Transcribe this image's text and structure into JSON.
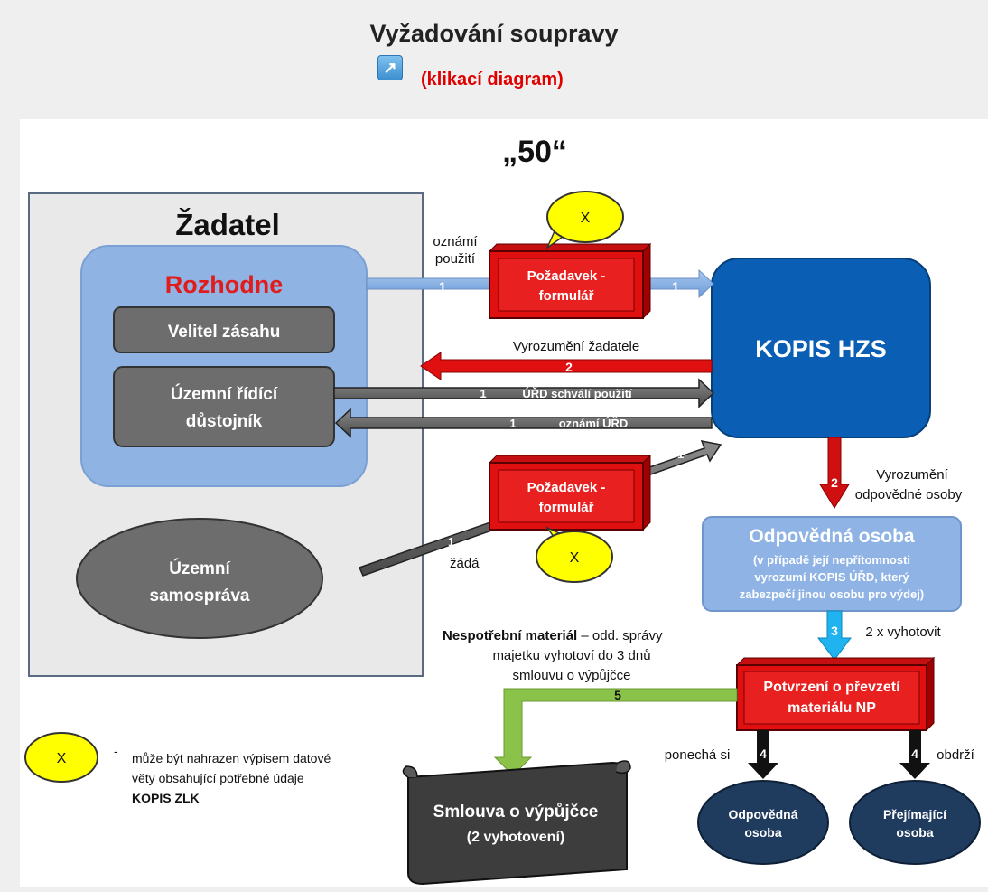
{
  "header": {
    "title": "Vyžadování soupravy",
    "link_icon": "external-link-icon",
    "link_text": "(klikací diagram)"
  },
  "diagram": {
    "top_label": "„50“",
    "zadatel": {
      "title": "Žadatel",
      "rozhodne": "Rozhodne",
      "velitel": "Velitel zásahu",
      "urd_line1": "Územní řídící",
      "urd_line2": "důstojník",
      "samosprava_line1": "Územní",
      "samosprava_line2": "samospráva"
    },
    "kopis": "KOPIS HZS",
    "pozadavek_top_line1": "Požadavek -",
    "pozadavek_top_line2": "formulář",
    "pozadavek_bottom_line1": "Požadavek -",
    "pozadavek_bottom_line2": "formulář",
    "bubble_x": "X",
    "arrows": {
      "oznami_line1": "oznámí",
      "oznami_line2": "použití",
      "num1": "1",
      "num2": "2",
      "num3": "3",
      "num4": "4",
      "num5": "5",
      "vyrozumeni_zadatele": "Vyrozumění žadatele",
      "urd_schvali": "ÚŘD schválí použití",
      "oznami_urd": "oznámí ÚŘD",
      "zada": "žádá",
      "vyrozumeni_line1": "Vyrozumění",
      "vyrozumeni_line2": "odpovědné osoby",
      "dvakrat": "2 x vyhotovit",
      "ponecha": "ponechá si",
      "obdrzi": "obdrží"
    },
    "odpovedna": {
      "title": "Odpovědná osoba",
      "note_line1": "(v případě její nepřítomnosti",
      "note_line2": "vyrozumí KOPIS ÚŘD, který",
      "note_line3": "zabezpečí jinou osobu pro výdej)"
    },
    "potvrzeni_line1": "Potvrzení o převzetí",
    "potvrzeni_line2": "materiálu NP",
    "nespotrebni_bold": "Nespotřební materiál",
    "nespotrebni_rest": " – odd. správy",
    "nespotrebni_line2": "majetku vyhotoví do 3 dnů",
    "nespotrebni_line3": "smlouvu o výpůjčce",
    "smlouva_line1": "Smlouva o výpůjčce",
    "smlouva_line2": "(2 vyhotovení)",
    "oval_odpovedna_line1": "Odpovědná",
    "oval_odpovedna_line2": "osoba",
    "oval_prejimajici_line1": "Přejímající",
    "oval_prejimajici_line2": "osoba",
    "legend_x": "X",
    "legend_dash": "-",
    "legend_line1": "může být nahrazen výpisem datové",
    "legend_line2": "věty obsahující potřebné údaje",
    "legend_line3": "KOPIS ZLK"
  }
}
